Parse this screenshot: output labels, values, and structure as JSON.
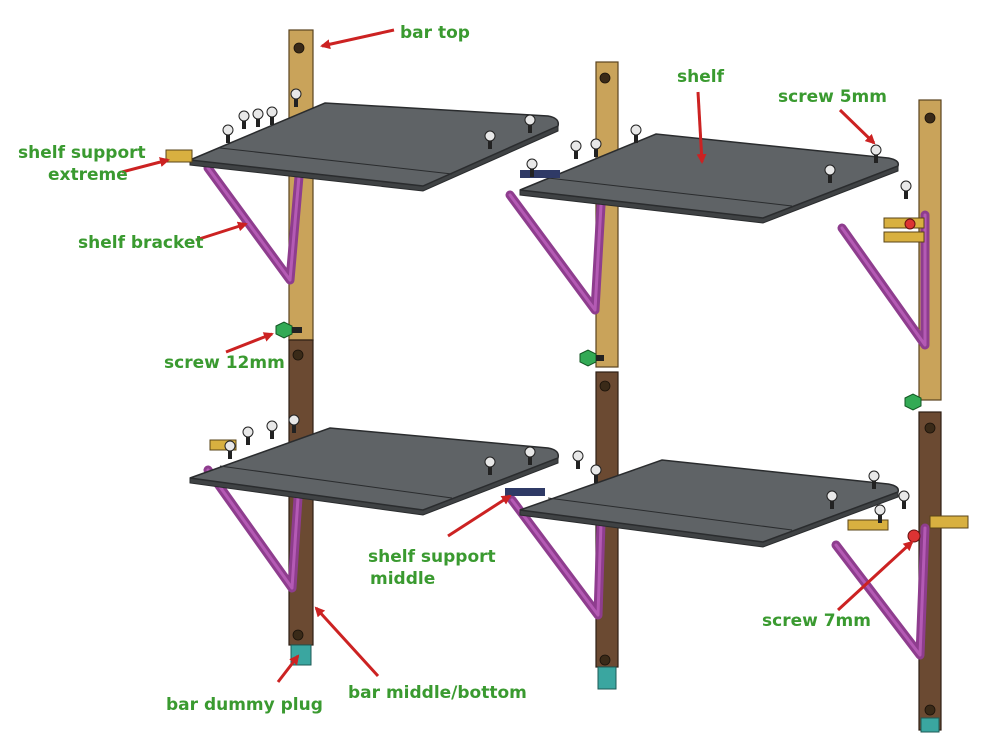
{
  "labels": {
    "bar_top": "bar top",
    "shelf": "shelf",
    "screw_5mm": "screw 5mm",
    "shelf_support_extreme_1": "shelf support",
    "shelf_support_extreme_2": "extreme",
    "shelf_bracket": "shelf bracket",
    "screw_12mm": "screw 12mm",
    "shelf_support_middle_1": "shelf support",
    "shelf_support_middle_2": "middle",
    "screw_7mm": "screw 7mm",
    "bar_dummy_plug": "bar dummy plug",
    "bar_middle_bottom": "bar middle/bottom"
  },
  "colors": {
    "label": "#3a9a30",
    "arrow": "#cc2222",
    "shelf": "#5f6366",
    "bracket": "#8e3d8e",
    "bar_top": "#c9a35a",
    "bar_wood": "#6b4a32",
    "dummy_plug": "#3aa6a0"
  }
}
